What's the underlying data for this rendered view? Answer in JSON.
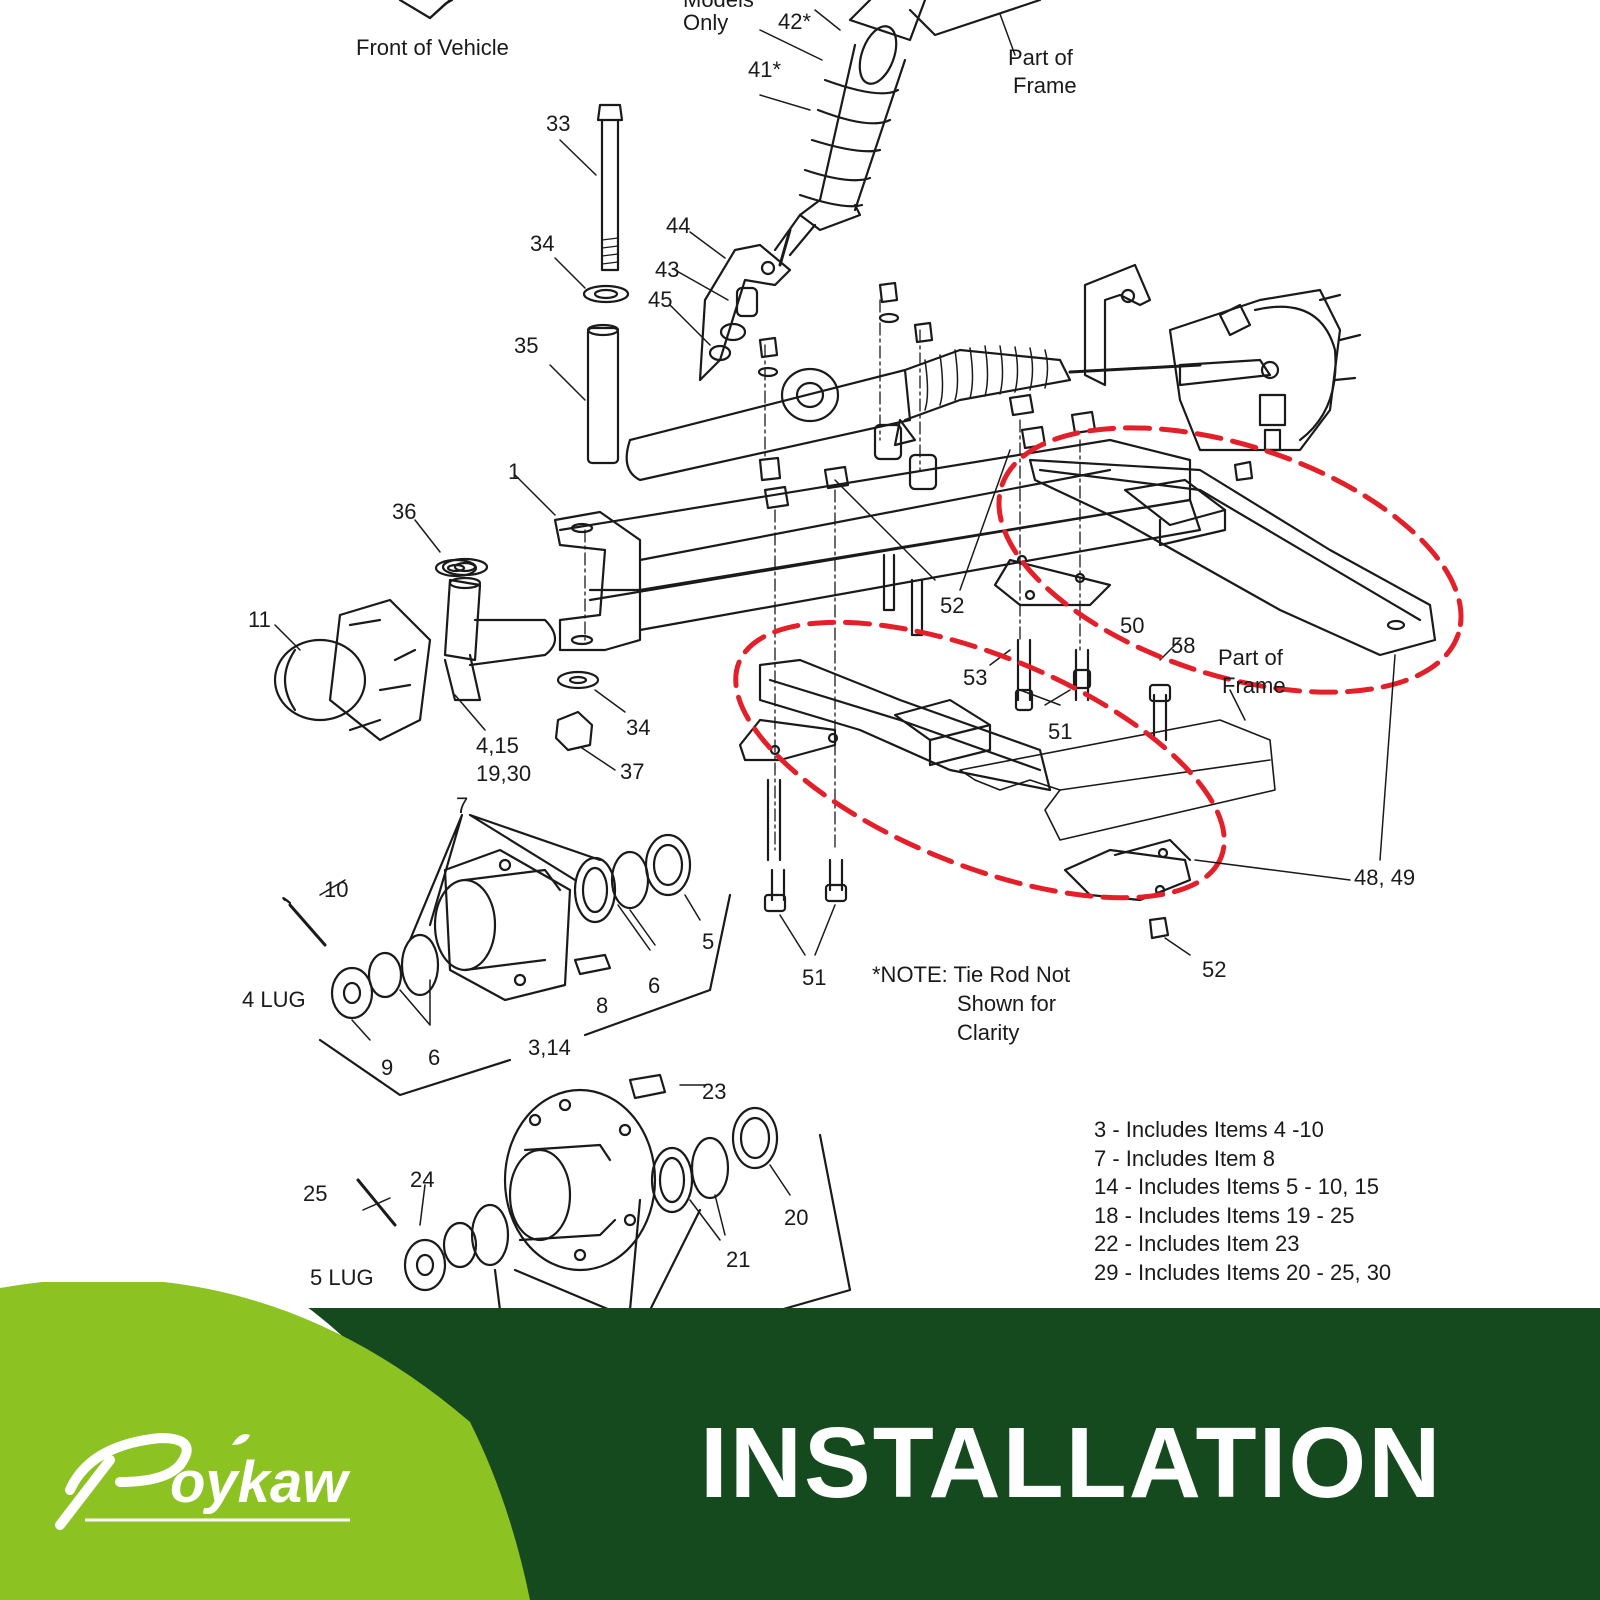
{
  "colors": {
    "banner_dark": "#154a1e",
    "banner_green": "#8cc323",
    "highlight_dashes": "#e3202a",
    "line_art": "#1a1a1a"
  },
  "header_labels": {
    "front_of_vehicle": "Front of Vehicle",
    "models_only_partial": "Models",
    "models_only_only": "Only",
    "part_of_frame_top_1": "Part of",
    "part_of_frame_top_2": "Frame",
    "part_of_frame_mid_1": "Part of",
    "part_of_frame_mid_2": "Frame"
  },
  "callouts": {
    "c42": "42*",
    "c41": "41*",
    "c33": "33",
    "c34a": "34",
    "c44": "44",
    "c43": "43",
    "c45": "45",
    "c35": "35",
    "c1": "1",
    "c36": "36",
    "c11": "11",
    "c4_15": "4,15",
    "c19_30": "19,30",
    "c34b": "34",
    "c37": "37",
    "c52a": "52",
    "c50": "50",
    "c58": "58",
    "c53": "53",
    "c51a": "51",
    "c48_49": "48, 49",
    "c52b": "52",
    "c51b": "51",
    "c7": "7",
    "c10": "10",
    "c5": "5",
    "c6a": "6",
    "c4lug": "4 LUG",
    "c8": "8",
    "c6b": "6",
    "c9": "9",
    "c3_14": "3,14",
    "c23": "23",
    "c25": "25",
    "c24": "24",
    "c20": "20",
    "c21": "21",
    "c5lug": "5 LUG"
  },
  "footnote": {
    "line1": "*NOTE: Tie Rod Not",
    "line2": "Shown for",
    "line3": "Clarity"
  },
  "notes": [
    "3 - Includes Items 4 -10",
    "7 - Includes Item 8",
    "14 - Includes Items 5 - 10, 15",
    "18 - Includes Items 19 - 25",
    "22 - Includes Item 23",
    "29 - Includes Items 20 - 25, 30"
  ],
  "banner": {
    "title": "INSTALLATION",
    "brand": "Roykaw"
  }
}
